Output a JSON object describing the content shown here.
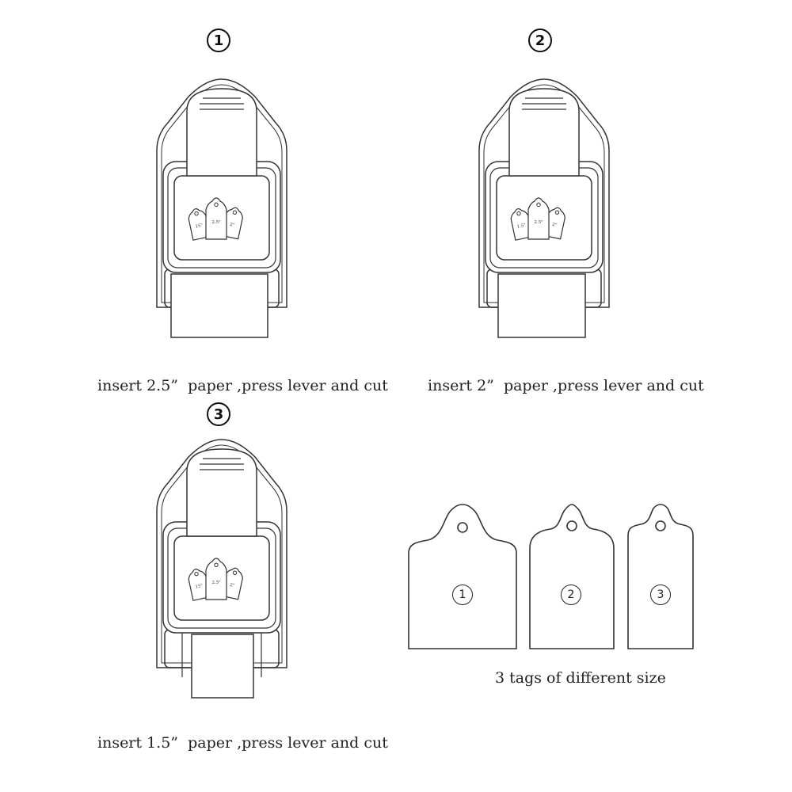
{
  "steps": [
    {
      "number": "1",
      "caption": "insert 2.5”  paper ,press lever and cut",
      "mini_labels": [
        "15\"",
        "2.5\"",
        "2\""
      ]
    },
    {
      "number": "2",
      "caption": "insert 2”  paper ,press lever and cut",
      "mini_labels": [
        "1.5\"",
        "2.5\"",
        "2\""
      ]
    },
    {
      "number": "3",
      "caption": "insert 1.5”  paper ,press lever and cut",
      "mini_labels": [
        "15\"",
        "2.5\"",
        "2\""
      ]
    }
  ],
  "tags": {
    "labels": [
      "1",
      "2",
      "3"
    ],
    "caption": "3 tags of different size"
  },
  "colors": {
    "line": "#333333",
    "background": "#ffffff"
  }
}
